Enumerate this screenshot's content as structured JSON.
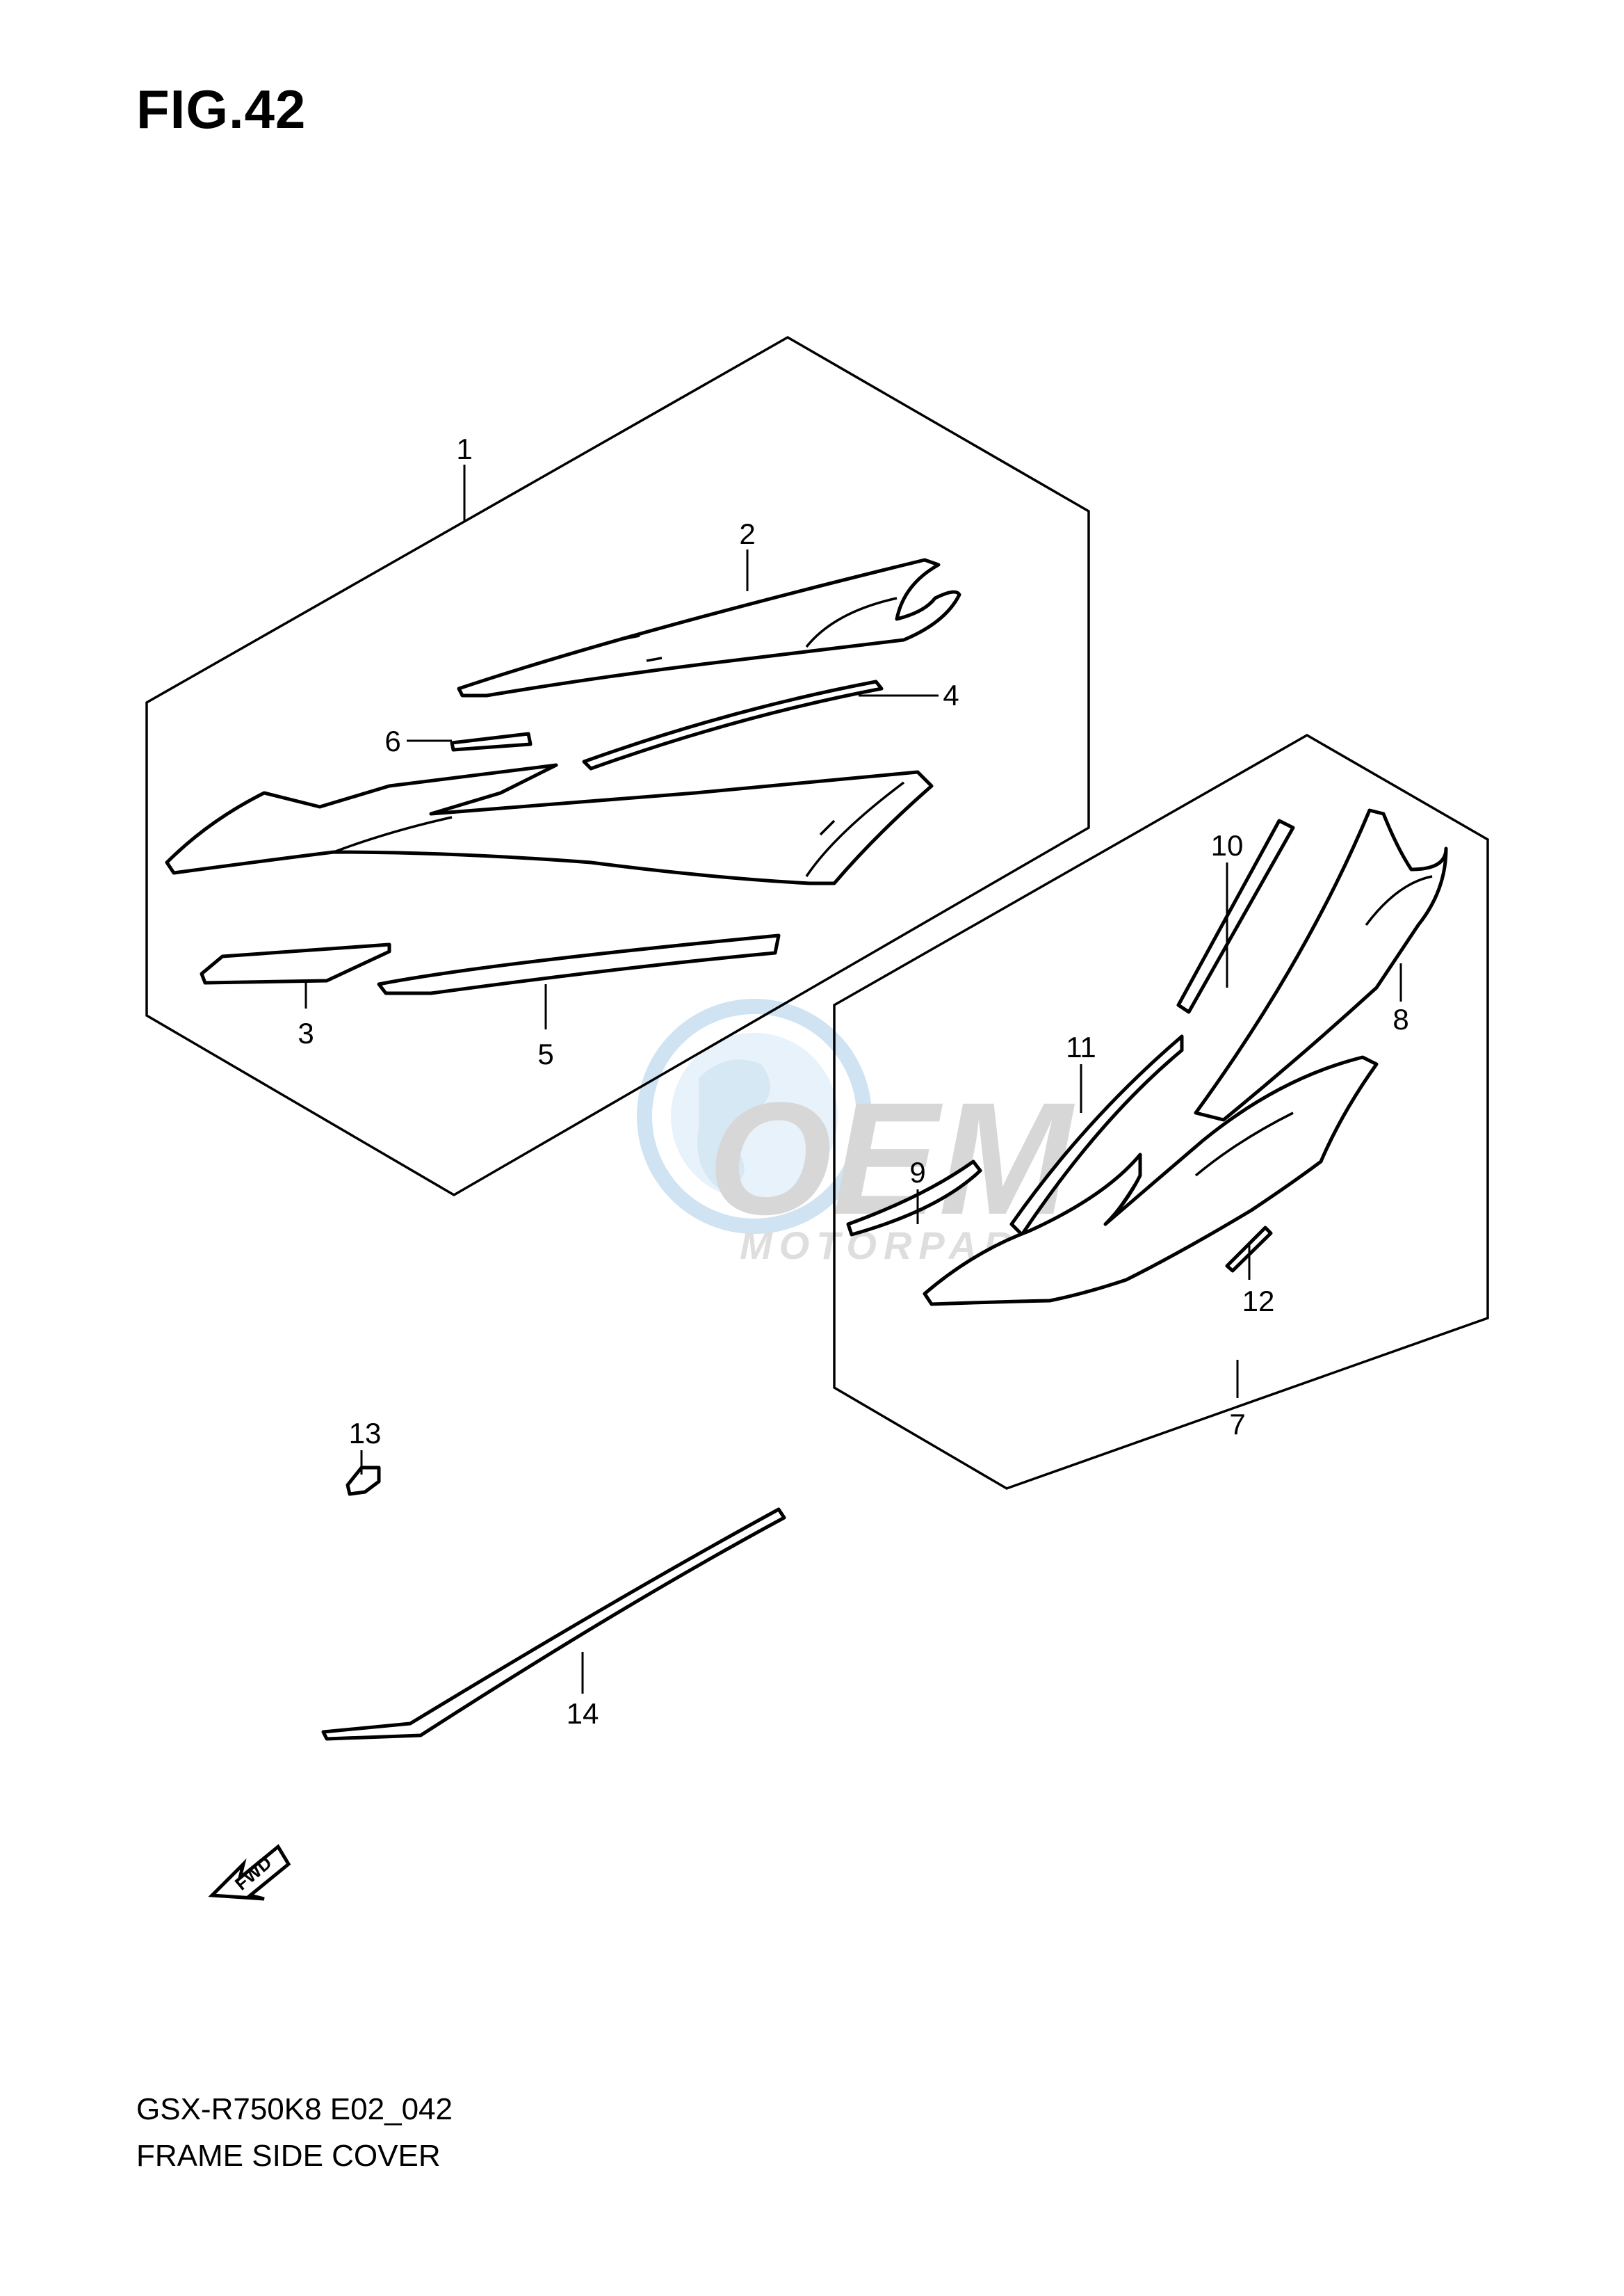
{
  "figure": {
    "title": "FIG.42"
  },
  "footer": {
    "model_code": "GSX-R750K8 E02_042",
    "section_name": "FRAME SIDE COVER"
  },
  "callouts": [
    "1",
    "2",
    "3",
    "4",
    "5",
    "6",
    "7",
    "8",
    "9",
    "10",
    "11",
    "12",
    "13",
    "14"
  ],
  "watermark": {
    "logo": "OEM",
    "tagline": "MOTORPARTS"
  },
  "direction_arrow": {
    "label": "FWD"
  }
}
